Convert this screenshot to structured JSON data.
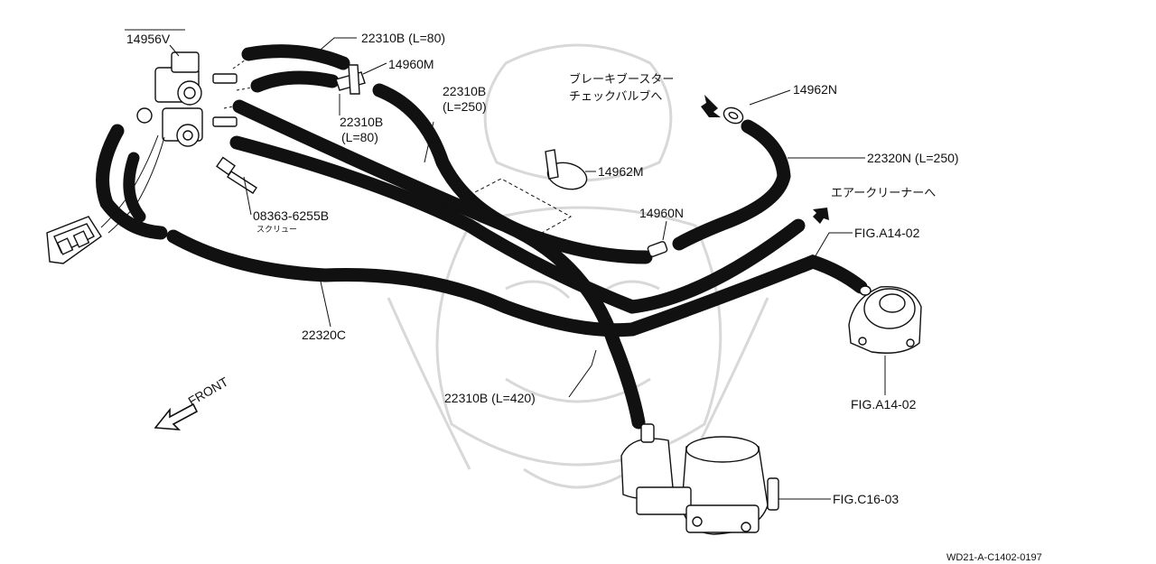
{
  "labels": {
    "p14956v": "14956V",
    "p22310b_top": "22310B (L=80)",
    "p14960m": "14960M",
    "p22310b_mid_a": "22310B",
    "p22310b_mid_b": "(L=80)",
    "p22310b_250_a": "22310B",
    "p22310b_250_b": "(L=250)",
    "brake_booster_line1": "ブレーキブースター",
    "brake_booster_line2": "チェックバルブへ",
    "p14962n": "14962N",
    "p14962m": "14962M",
    "p22320n": "22320N (L=250)",
    "air_cleaner": "エアークリーナーへ",
    "p14960n": "14960N",
    "p08363": "08363-6255B",
    "screw": "スクリュー",
    "fig_a14_top": "FIG.A14-02",
    "p22320c": "22320C",
    "front": "FRONT",
    "fig_a14_bottom": "FIG.A14-02",
    "p22310b_420": "22310B (L=420)",
    "fig_c16": "FIG.C16-03",
    "ref_code": "WD21-A-C1402-0197"
  },
  "colors": {
    "line": "#111111",
    "background": "#ffffff",
    "watermark": "#d8d8d8"
  }
}
